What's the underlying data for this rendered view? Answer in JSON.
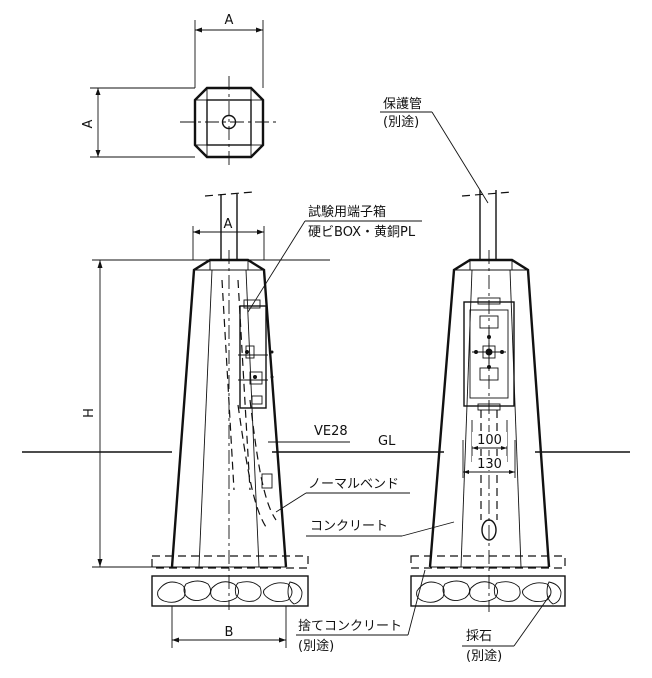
{
  "dimensions": {
    "top_width": "A",
    "top_height": "A",
    "side_width": "A",
    "height": "H",
    "base_width": "B",
    "inner_100": "100",
    "inner_130": "130"
  },
  "labels": {
    "protective_pipe": "保護管",
    "protective_pipe_sub": "(別途)",
    "test_box_1": "試験用端子箱",
    "test_box_2": "硬ビBOX・黄銅PL",
    "ve28": "VE28",
    "gl": "GL",
    "normal_bend": "ノーマルベンド",
    "concrete": "コンクリート",
    "lean_concrete": "捨てコンクリート",
    "lean_concrete_sub": "(別途)",
    "gravel": "採石",
    "gravel_sub": "(別途)"
  }
}
